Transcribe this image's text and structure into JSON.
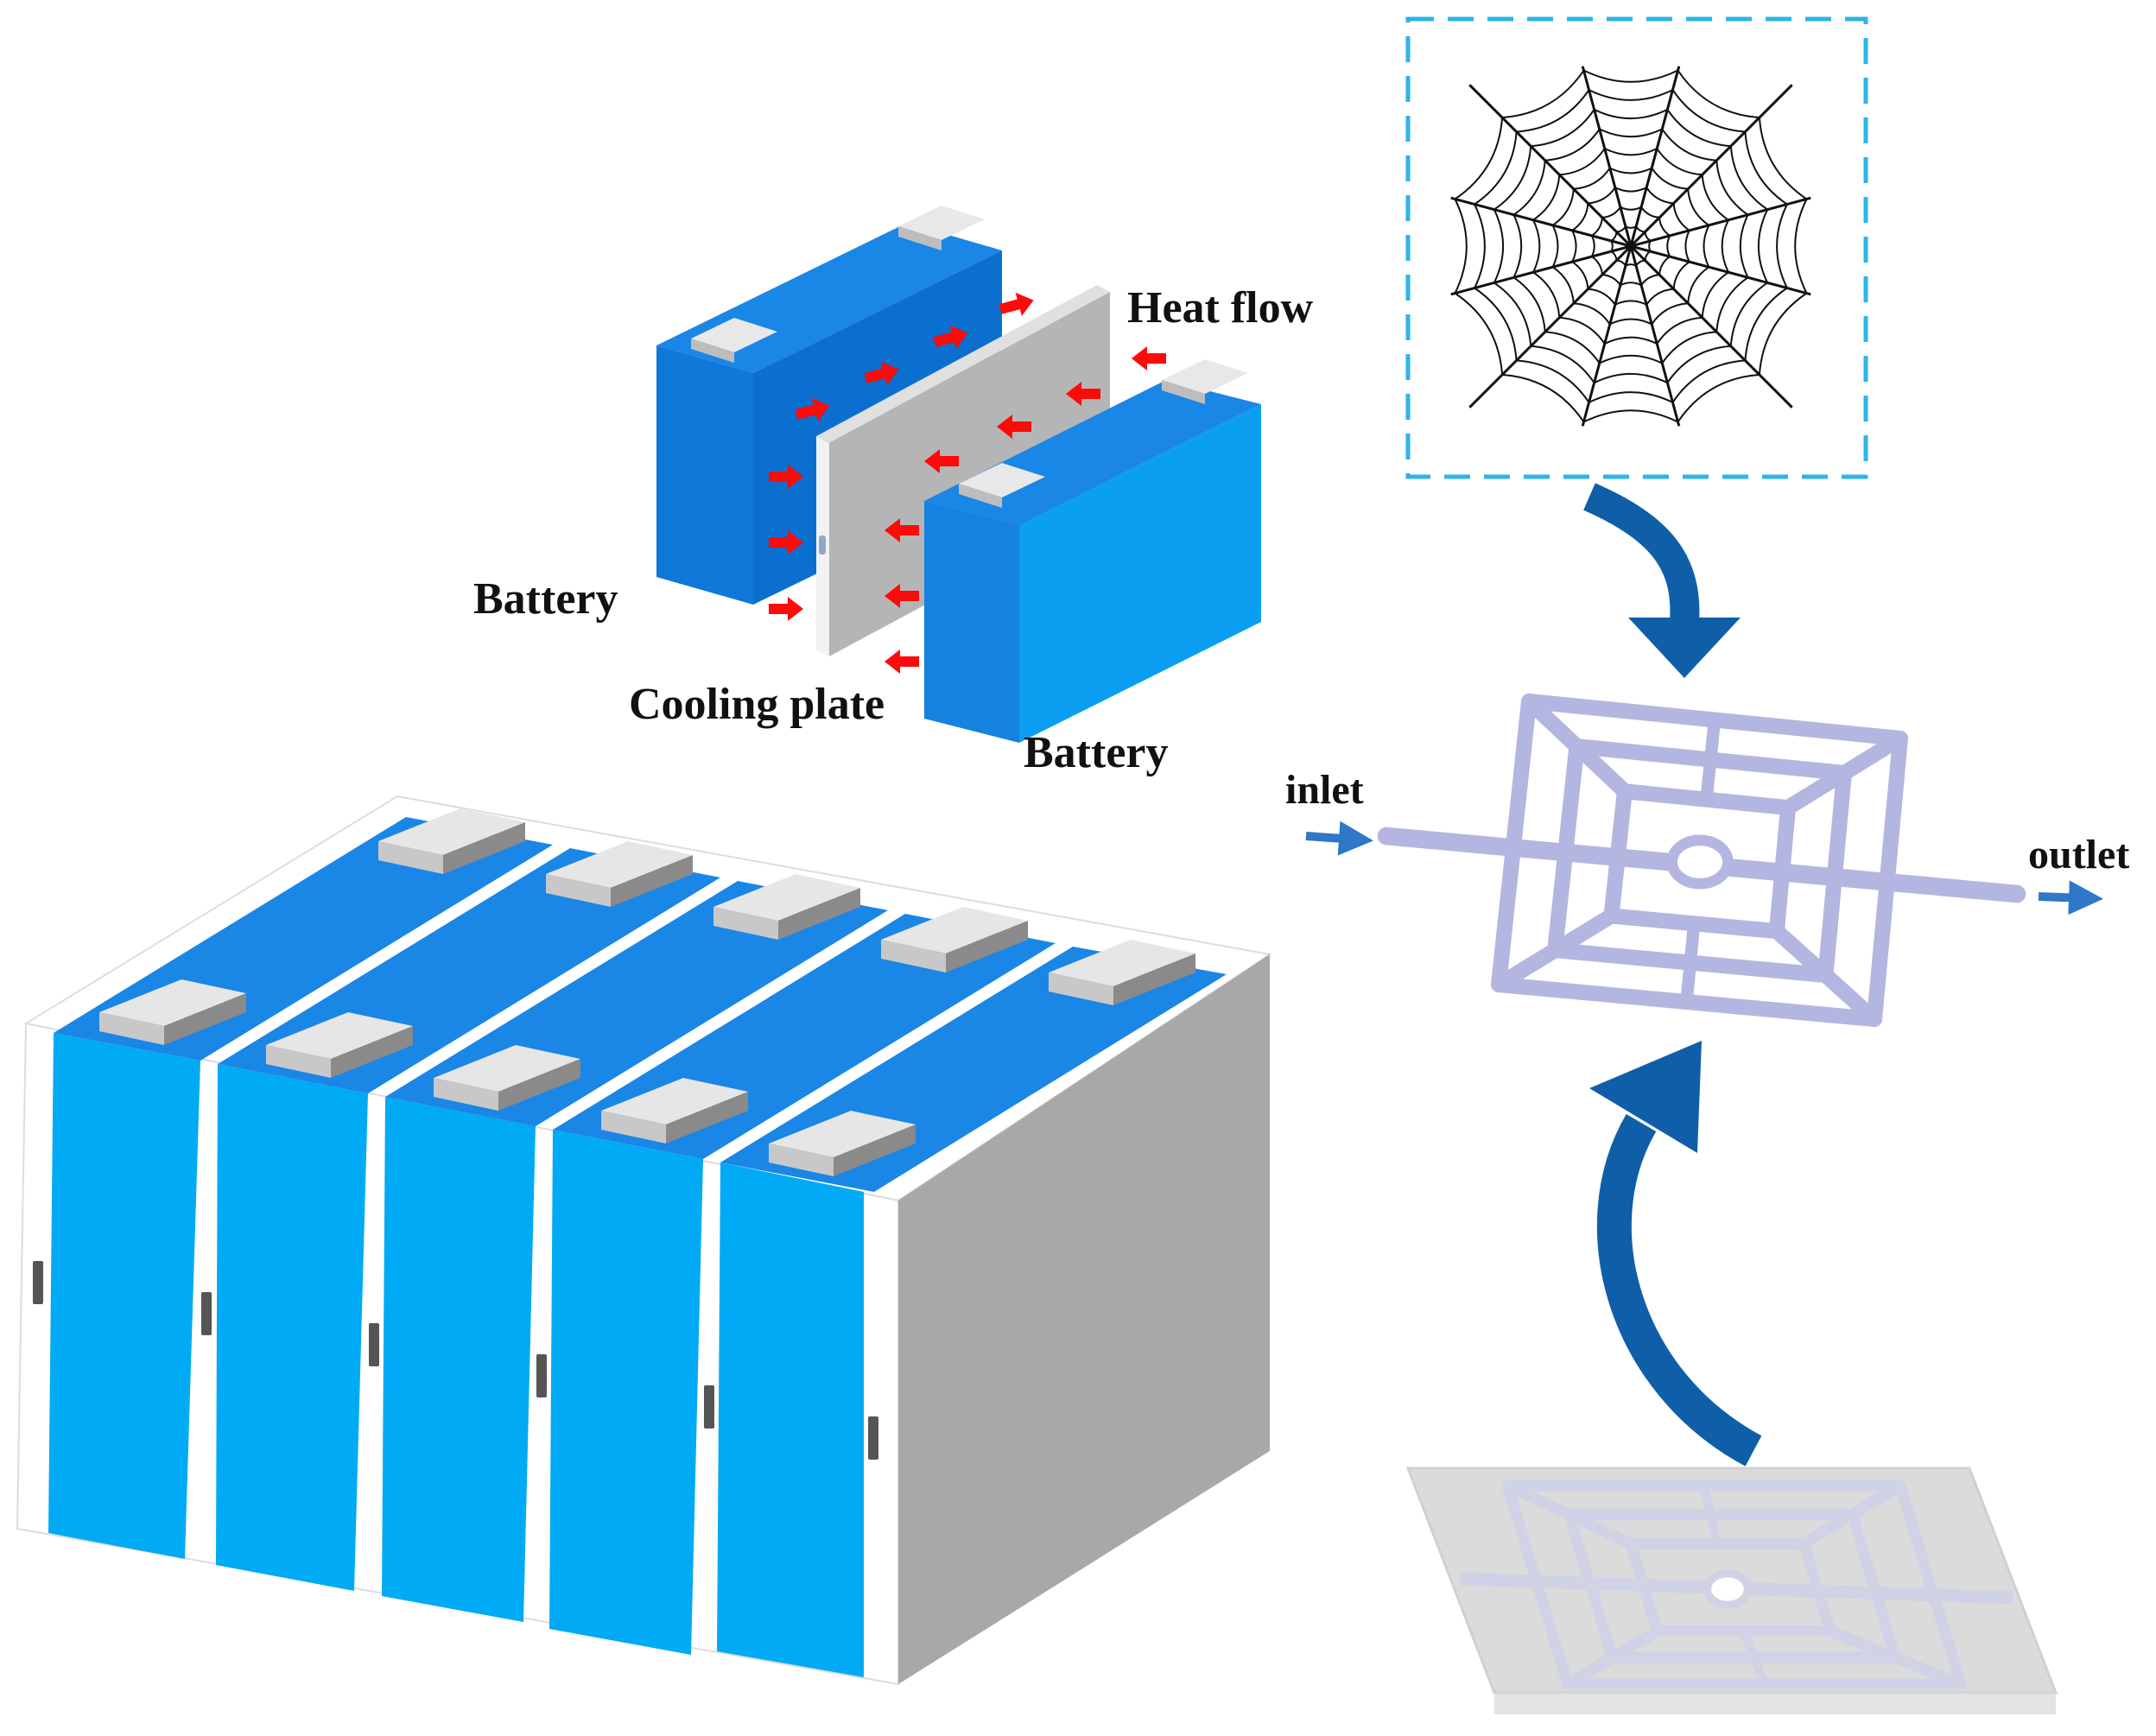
{
  "labels": {
    "heat_flow": "Heat flow",
    "battery_left": "Battery",
    "battery_right": "Battery",
    "cooling_plate": "Cooling plate",
    "inlet": "inlet",
    "outlet": "outlet"
  },
  "colors": {
    "battery_top": "#1a86e6",
    "battery_front": "#0a9ff0",
    "battery_side": "#1573cf",
    "terminal": "#e4e4e4",
    "plate": "#bdbdbd",
    "heat_arrow": "#ff0a0a",
    "flow_arrow": "#2f78c8",
    "curved_arrow": "#0f5fa8",
    "channel": "#b3b6e0",
    "dashed_frame": "#2cb5e8",
    "web": "#111111"
  },
  "icons": [
    "spider-web-icon",
    "curved-arrow-icon",
    "heat-arrow-icon",
    "flow-arrow-icon"
  ]
}
